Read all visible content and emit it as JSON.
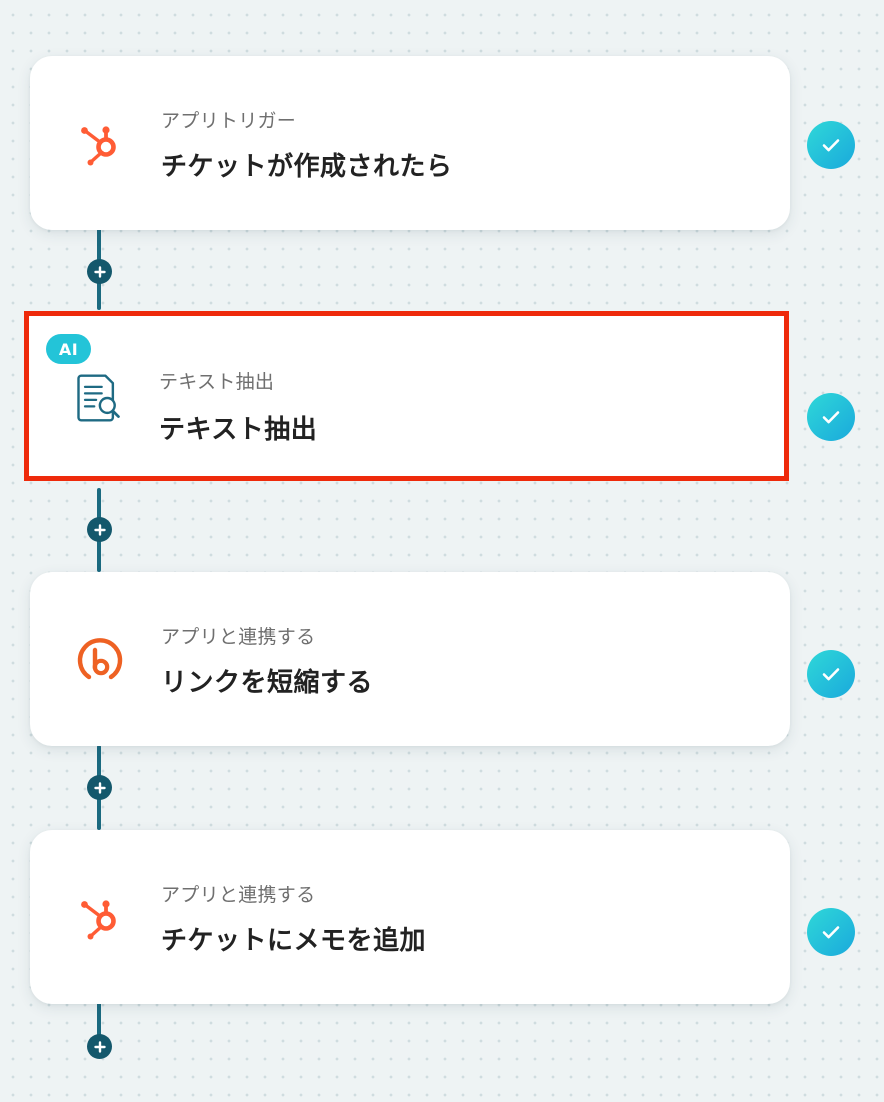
{
  "colors": {
    "canvas_background": "#eef3f4",
    "flow_line": "#1b6a80",
    "add_button": "#14586c",
    "hubspot_orange": "#ff5c35",
    "bitly_orange": "#ee6123",
    "ai_badge": "#23c4d8",
    "selection_border": "#ee2a0b",
    "check_gradient_start": "#2fd8d8",
    "check_gradient_end": "#1aa9dc"
  },
  "steps": [
    {
      "category": "アプリトリガー",
      "title": "チケットが作成されたら",
      "icon": "hubspot-icon",
      "status": "completed"
    },
    {
      "badge": "AI",
      "category": "テキスト抽出",
      "title": "テキスト抽出",
      "icon": "document-search-icon",
      "status": "completed",
      "selected": true
    },
    {
      "category": "アプリと連携する",
      "title": "リンクを短縮する",
      "icon": "bitly-icon",
      "status": "completed"
    },
    {
      "category": "アプリと連携する",
      "title": "チケットにメモを追加",
      "icon": "hubspot-icon",
      "status": "completed"
    }
  ],
  "add_button_icon": "plus-icon",
  "check_icon": "check-icon"
}
